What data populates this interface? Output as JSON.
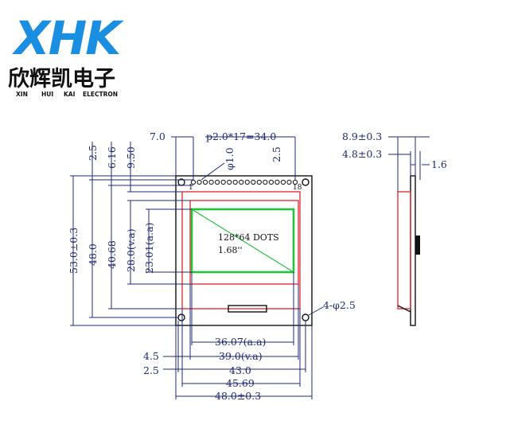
{
  "brand": {
    "logo_text": "XHK",
    "name_cn": "欣辉凯电子",
    "name_en": [
      "XIN",
      "HUI",
      "KAI",
      "ELECTRON"
    ],
    "logo_color": "#1a8ee0"
  },
  "display": {
    "dots": "128*64 DOTS",
    "size": "1.68''"
  },
  "pins": {
    "first": "1",
    "last": "18"
  },
  "dimensions": {
    "top_left": "7.0",
    "pitch": "p2.0*17=34.0",
    "pin_hole": "φ1.0",
    "pin_offset": "2.5",
    "left_v": [
      "2.5",
      "6.16",
      "9.50"
    ],
    "height_total": "53.0±0.3",
    "height_48": "48.0",
    "height_4068": "40.68",
    "height_va": "28.0(v.a)",
    "height_aa": "23.01(a.a)",
    "width_aa": "36.07(a.a)",
    "width_va": "39.0(v.a)",
    "width_43": "43.0",
    "width_4569": "45.69",
    "width_total": "48.0±0.3",
    "left_45": "4.5",
    "left_25": "2.5",
    "mount_holes": "4-φ2.5",
    "side_top": "8.9±0.3",
    "side_mid": "4.8±0.3",
    "side_pin": "1.6"
  },
  "colors": {
    "dimension": "#1c2a78",
    "outline": "#111111",
    "glass": "#e2333a",
    "active_area": "#22c23a"
  }
}
